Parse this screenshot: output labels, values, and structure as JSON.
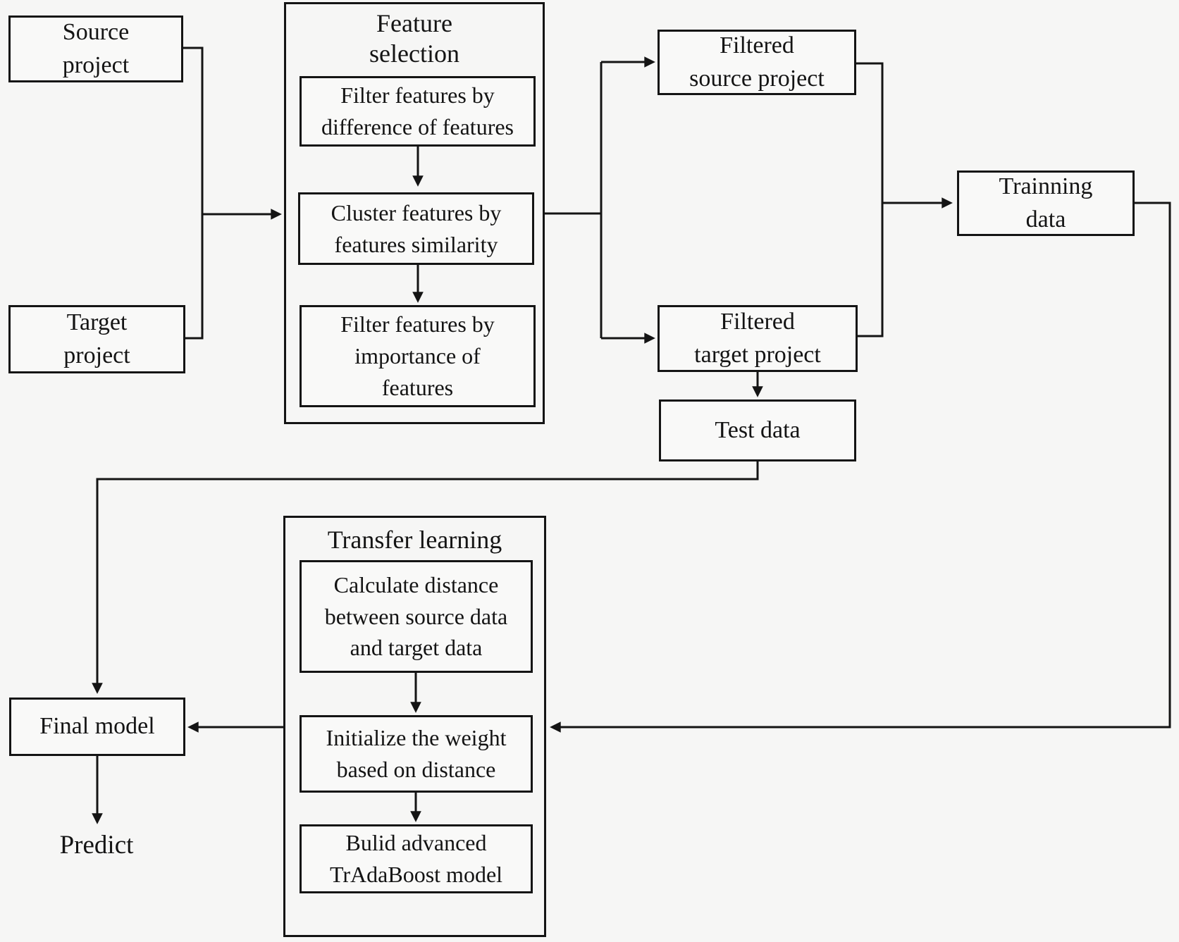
{
  "colors": {
    "background": "#f6f6f5",
    "line": "#141414",
    "box_fill": "#f9f9f8"
  },
  "nodes": {
    "source_project": {
      "label": [
        "Source",
        "project"
      ]
    },
    "target_project": {
      "label": [
        "Target",
        "project"
      ]
    },
    "filtered_source_project": {
      "label": [
        "Filtered",
        "source project"
      ]
    },
    "filtered_target_project": {
      "label": [
        "Filtered",
        "target project"
      ]
    },
    "trainning_data": {
      "label": [
        "Trainning",
        "data"
      ]
    },
    "test_data": {
      "label": [
        "Test data"
      ]
    },
    "final_model": {
      "label": [
        "Final model"
      ]
    },
    "predict": {
      "label": [
        "Predict"
      ]
    }
  },
  "containers": {
    "feature_selection": {
      "title": [
        "Feature",
        "selection"
      ],
      "steps": {
        "filter_by_difference": {
          "label": [
            "Filter features by",
            "difference of features"
          ]
        },
        "cluster_by_similarity": {
          "label": [
            "Cluster features by",
            "features similarity"
          ]
        },
        "filter_by_importance": {
          "label": [
            "Filter features by",
            "importance of",
            "features"
          ]
        }
      }
    },
    "transfer_learning": {
      "title": [
        "Transfer learning"
      ],
      "steps": {
        "calculate_distance": {
          "label": [
            "Calculate distance",
            "between source data",
            "and target data"
          ]
        },
        "initialize_weight": {
          "label": [
            "Initialize the weight",
            "based on distance"
          ]
        },
        "build_tradaboost": {
          "label": [
            "Bulid advanced",
            "TrAdaBoost model"
          ]
        }
      }
    }
  }
}
